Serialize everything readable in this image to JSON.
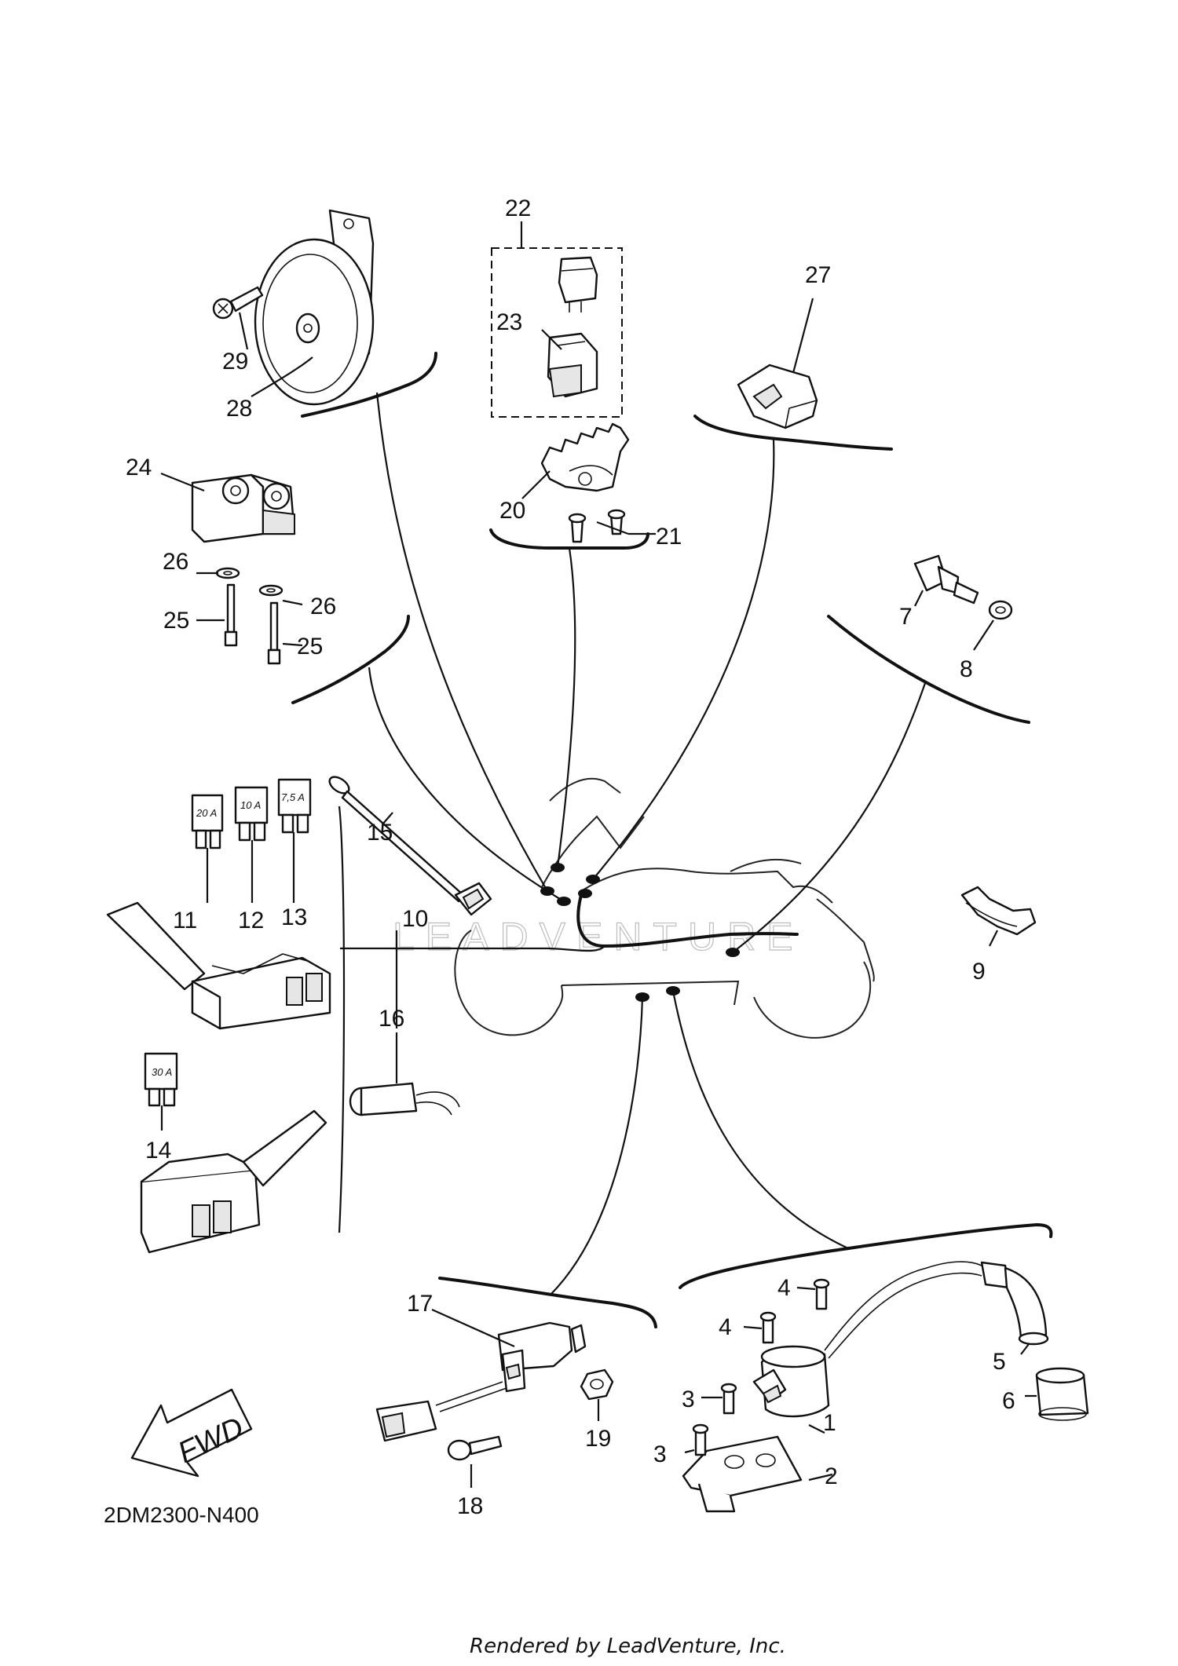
{
  "callouts": {
    "c1": "1",
    "c2": "2",
    "c3a": "3",
    "c3b": "3",
    "c4a": "4",
    "c4b": "4",
    "c5": "5",
    "c6": "6",
    "c7": "7",
    "c8": "8",
    "c9": "9",
    "c10": "10",
    "c11": "11",
    "c12": "12",
    "c13": "13",
    "c14": "14",
    "c15": "15",
    "c16": "16",
    "c17": "17",
    "c18": "18",
    "c19": "19",
    "c20": "20",
    "c21": "21",
    "c22": "22",
    "c23": "23",
    "c24": "24",
    "c25a": "25",
    "c25b": "25",
    "c26a": "26",
    "c26b": "26",
    "c27": "27",
    "c28": "28",
    "c29": "29"
  },
  "fuses": {
    "f11": "20 A",
    "f12": "10 A",
    "f13": "7,5 A",
    "f14": "30 A"
  },
  "fwd_arrow_label": "FWD",
  "watermark": "LEADVENTURE",
  "diagram_code": "2DM2300-N400",
  "rendered_by": "Rendered by LeadVenture, Inc.",
  "icons": {
    "forward_arrow": "fwd-arrow-icon",
    "motorcycle_outline": "motorcycle-silhouette"
  }
}
